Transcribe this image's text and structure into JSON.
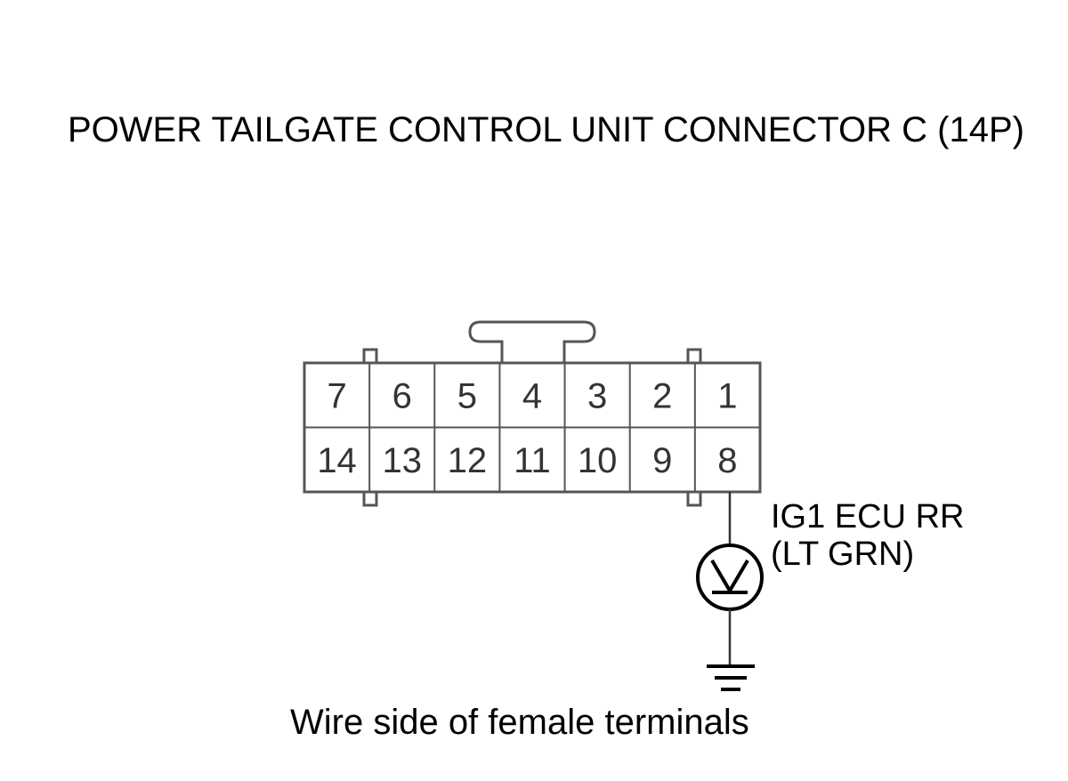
{
  "title": "POWER TAILGATE CONTROL UNIT CONNECTOR C (14P)",
  "connector": {
    "top_row": [
      "7",
      "6",
      "5",
      "4",
      "3",
      "2",
      "1"
    ],
    "bottom_row": [
      "14",
      "13",
      "12",
      "11",
      "10",
      "9",
      "8"
    ]
  },
  "wire": {
    "terminal": "8",
    "label_line1": "IG1 ECU RR",
    "label_line2": "(LT GRN)"
  },
  "caption": "Wire side of female terminals",
  "colors": {
    "ink": "#555555",
    "text": "#000000",
    "background": "#ffffff"
  },
  "icons": {
    "meter": "voltmeter-icon",
    "ground": "ground-symbol-icon"
  }
}
